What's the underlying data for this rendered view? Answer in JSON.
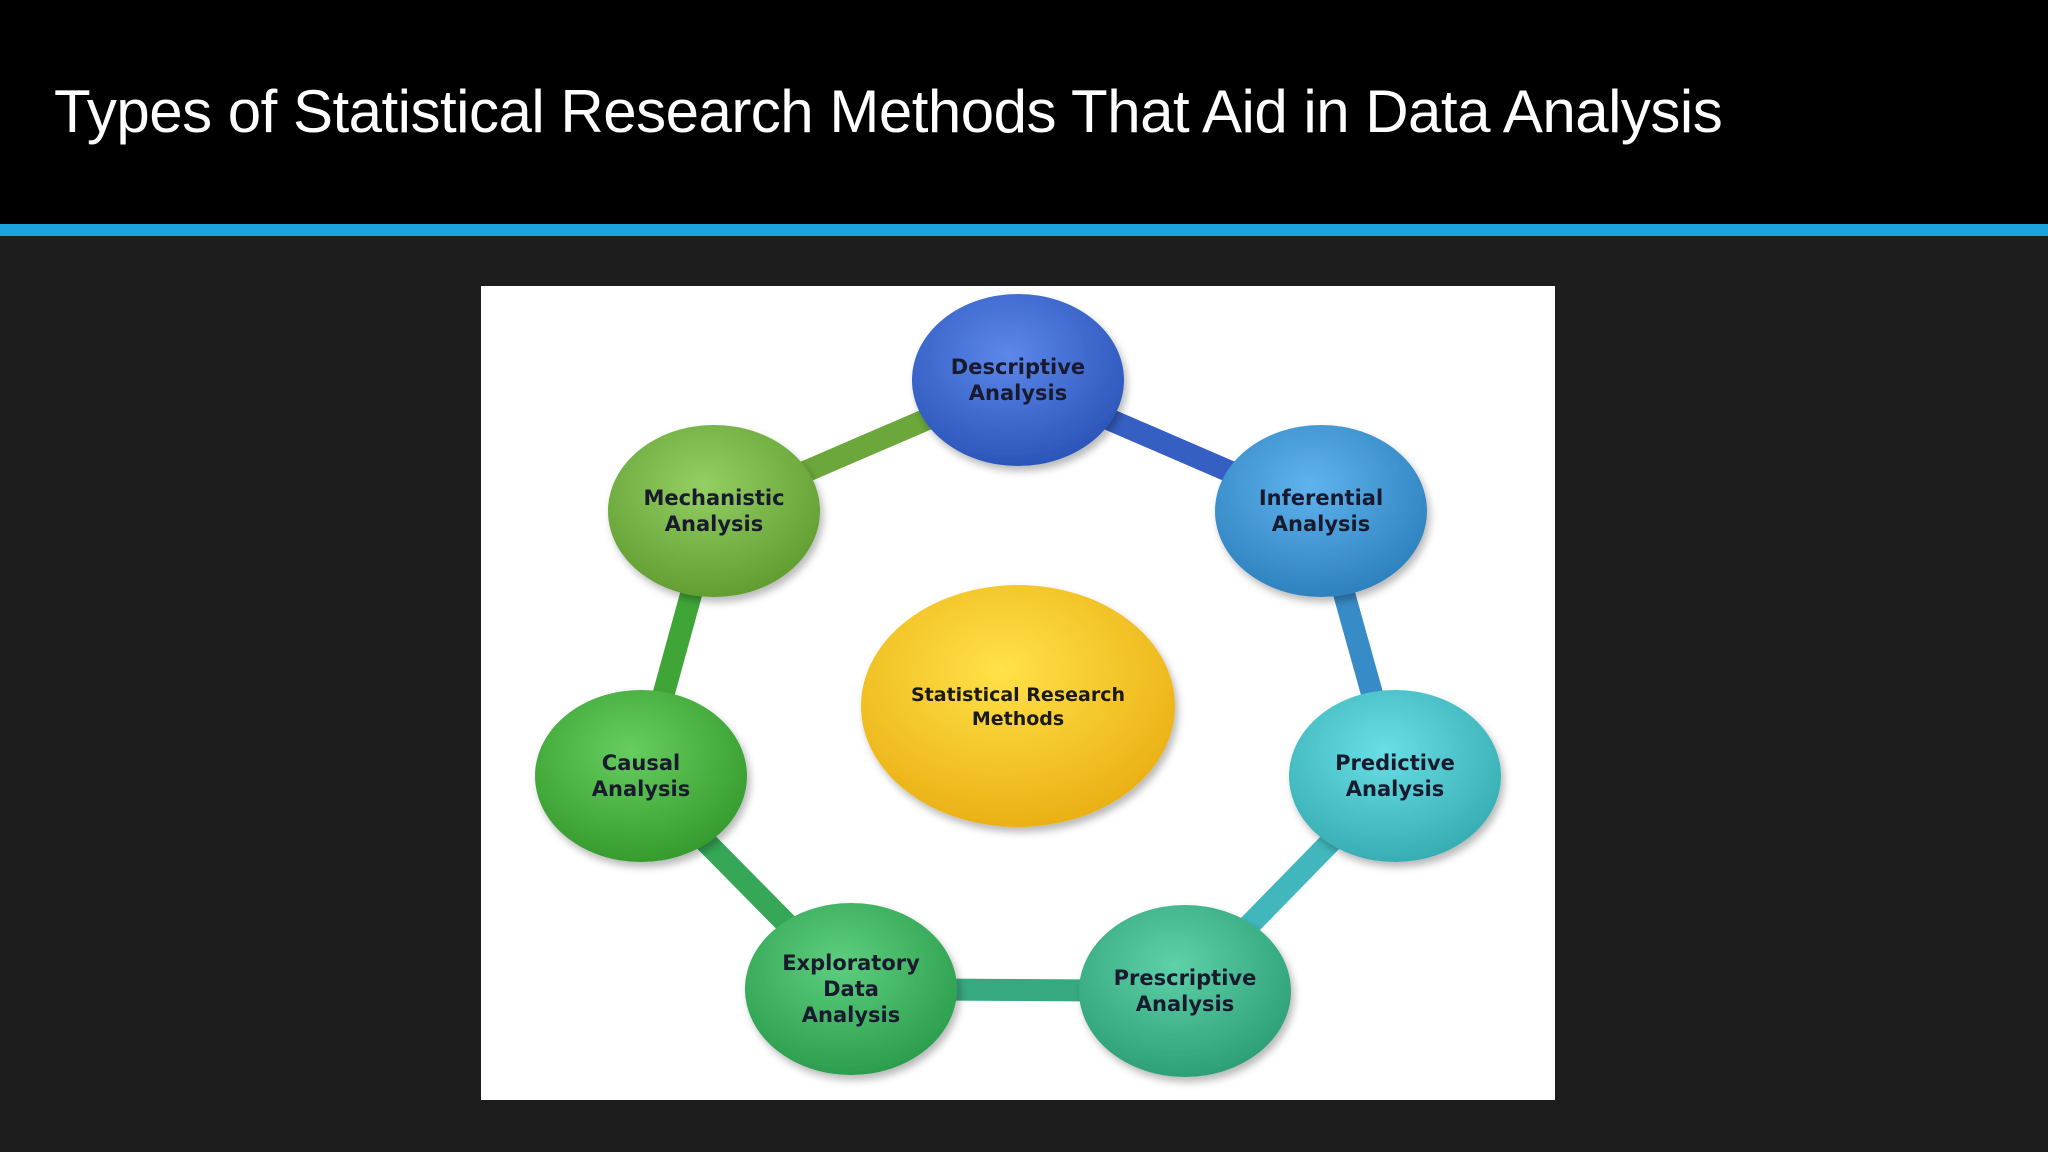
{
  "slide": {
    "title": "Types of Statistical Research Methods That Aid in Data Analysis"
  },
  "colors": {
    "header_bg": "#000000",
    "body_bg": "#1c1d1c",
    "accent": "#1aa3dc",
    "center": "#fbbf24",
    "descriptive": "#3a64c8",
    "inferential": "#3c90cc",
    "predictive": "#46bcc2",
    "prescriptive": "#3cae86",
    "exploratory": "#3aac5c",
    "causal": "#44aa3c",
    "mechanistic": "#70ac40"
  },
  "diagram": {
    "center": {
      "lines": [
        "Statistical Research",
        "Methods"
      ]
    },
    "nodes": [
      {
        "id": "descriptive",
        "lines": [
          "Descriptive",
          "Analysis"
        ]
      },
      {
        "id": "inferential",
        "lines": [
          "Inferential",
          "Analysis"
        ]
      },
      {
        "id": "predictive",
        "lines": [
          "Predictive",
          "Analysis"
        ]
      },
      {
        "id": "prescriptive",
        "lines": [
          "Prescriptive",
          "Analysis"
        ]
      },
      {
        "id": "exploratory",
        "lines": [
          "Exploratory",
          "Data",
          "Analysis"
        ]
      },
      {
        "id": "causal",
        "lines": [
          "Causal",
          "Analysis"
        ]
      },
      {
        "id": "mechanistic",
        "lines": [
          "Mechanistic",
          "Analysis"
        ]
      }
    ]
  }
}
